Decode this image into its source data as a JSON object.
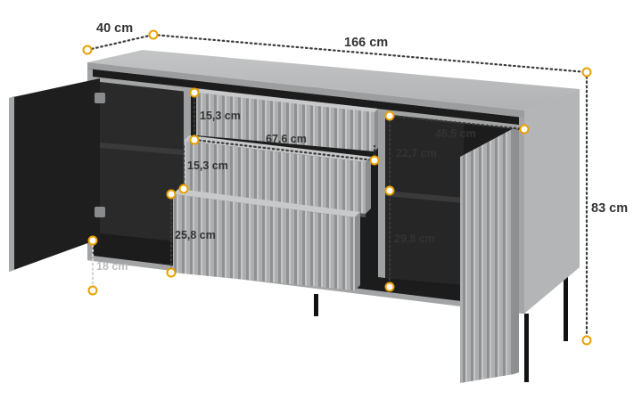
{
  "dimensions": {
    "depth": "40 cm",
    "width": "166 cm",
    "height": "83 cm",
    "shelf_height": "22,7 cm",
    "lower_compartment_height": "29,8 cm",
    "compartment_width": "46,5 cm",
    "drawer_top_height": "15,3 cm",
    "drawer_middle_height": "15,3 cm",
    "drawer_bottom_height": "25,8 cm",
    "drawer_width": "67,6 cm",
    "leg_height": "18 cm"
  },
  "colors": {
    "body": "#a9aaab",
    "top": "#bfc0c1",
    "interior": "#1c1c1c",
    "legs": "#111111",
    "dimension_line": "#3a3a3a",
    "marker": "#e9a100"
  }
}
